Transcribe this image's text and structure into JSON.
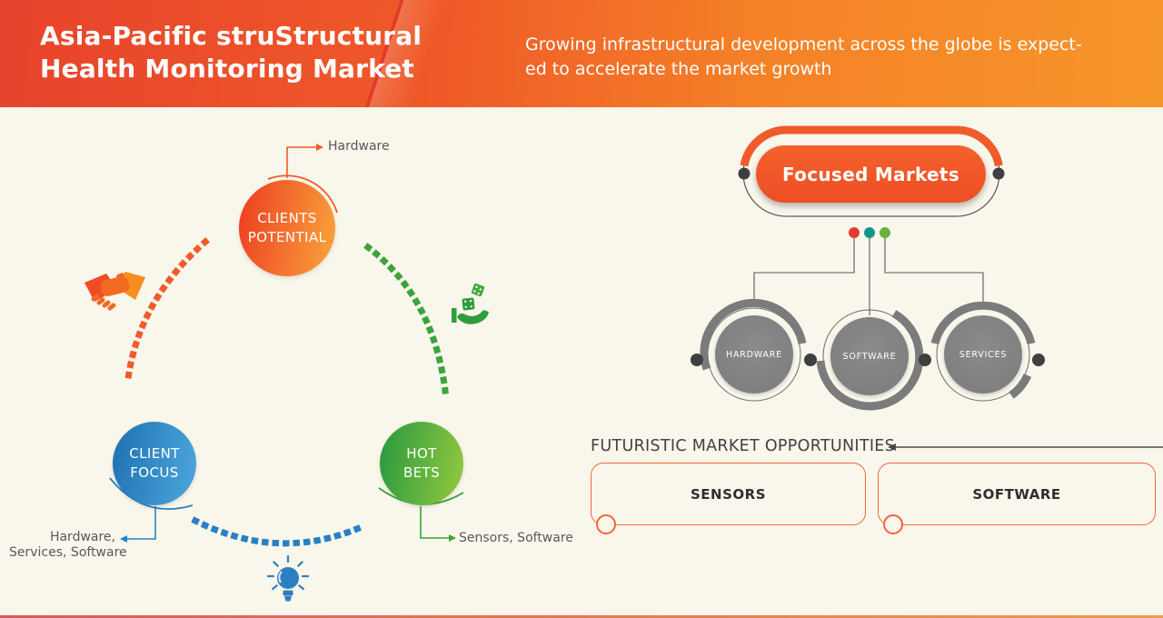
{
  "header": {
    "title": "Asia-Pacific struStructural Health Monitoring Market",
    "subtitle_line1": "Growing infrastructural development across the globe is expect-",
    "subtitle_line2": "ed to accelerate the market growth"
  },
  "strategy_map": {
    "bubbles": [
      {
        "line1": "CLIENTS",
        "line2": "POTENTIAL",
        "callout": "Hardware"
      },
      {
        "line1": "CLIENT",
        "line2": "FOCUS",
        "callout_line1": "Hardware,",
        "callout_line2": "Services, Software"
      },
      {
        "line1": "HOT",
        "line2": "BETS",
        "callout": "Sensors, Software"
      }
    ],
    "icons": [
      "handshake-icon",
      "dice-hand-icon",
      "lightbulb-icon"
    ]
  },
  "focused_markets": {
    "title": "Focused Markets",
    "segments": [
      "HARDWARE",
      "SOFTWARE",
      "SERVICES"
    ]
  },
  "opportunities": {
    "heading": "FUTURISTIC MARKET OPPORTUNITIES",
    "boxes": [
      "SENSORS",
      "SOFTWARE"
    ]
  },
  "colors": {
    "header_gradient_left": "#e8432d",
    "header_gradient_right": "#f7962b",
    "background": "#f9f7eb",
    "orange_accent": "#f15a29",
    "blue_accent": "#2980c4",
    "green_accent": "#3aa43c",
    "pill_orange": "#f15b2b",
    "gray_circle": "#7f7f7f",
    "dot_red": "#e13a30",
    "dot_teal": "#12968a",
    "dot_green": "#67b33e",
    "box_border_orange": "#f2663b",
    "text_gray": "#58595b"
  }
}
